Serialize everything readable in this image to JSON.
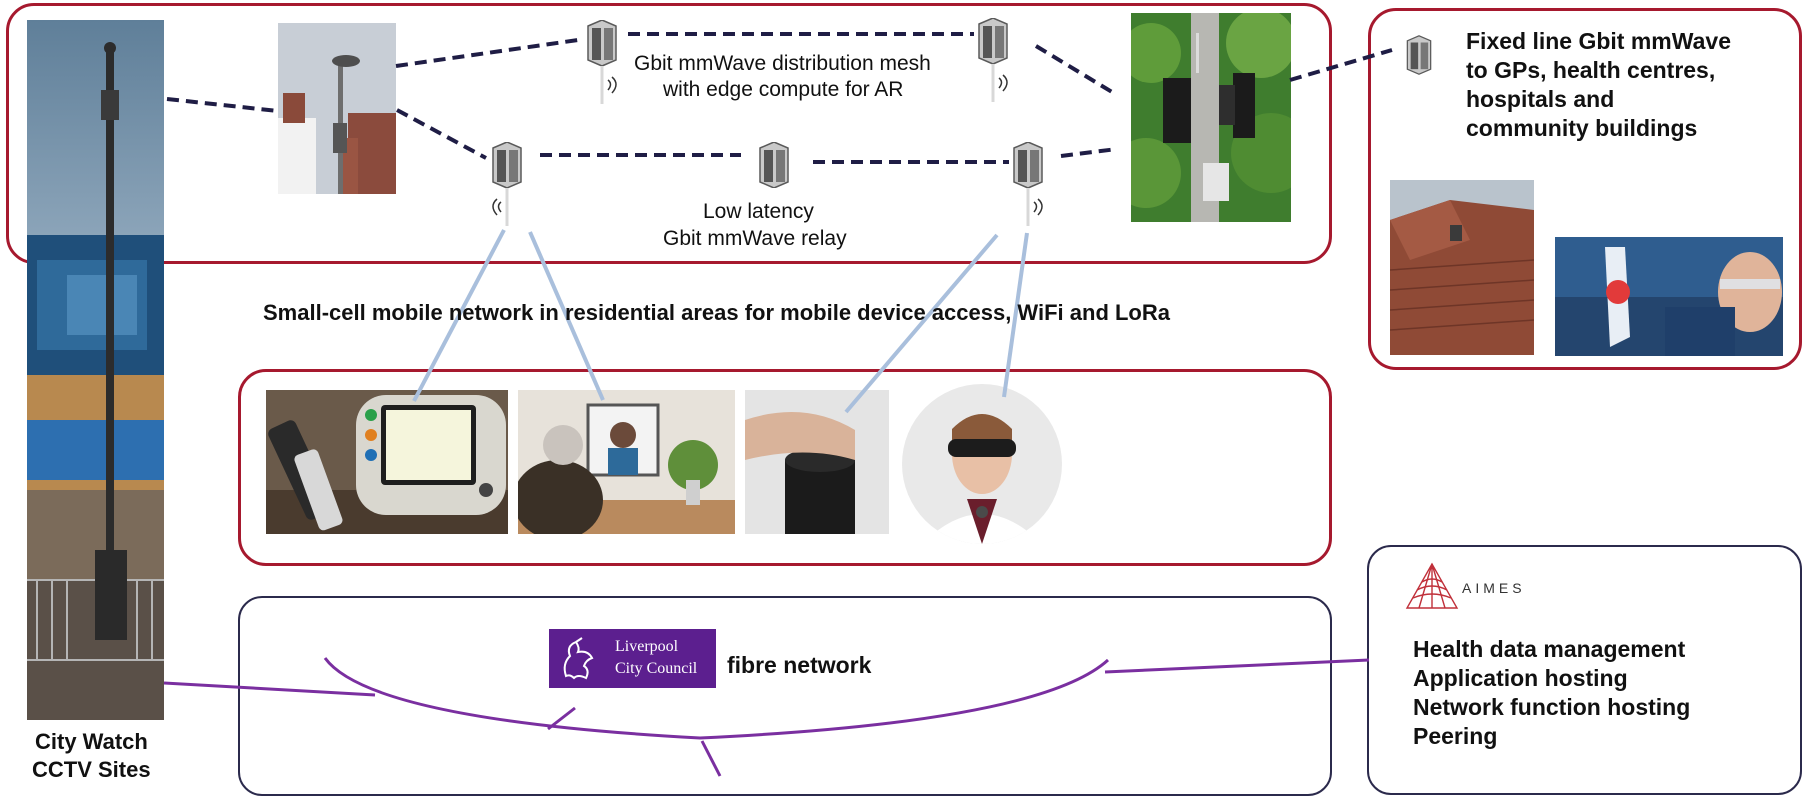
{
  "mesh": {
    "title_line1": "Gbit mmWave distribution mesh",
    "title_line2": "with edge compute for AR",
    "relay_line1": "Low latency",
    "relay_line2": "Gbit mmWave relay"
  },
  "smallcell": {
    "caption": "Small-cell mobile network in residential areas for mobile device access, WiFi and LoRa"
  },
  "fixed": {
    "line1": "Fixed line Gbit mmWave",
    "line2": "to GPs, health centres,",
    "line3": "hospitals and",
    "line4": "community buildings"
  },
  "cctv": {
    "line1": "City Watch",
    "line2": "CCTV Sites"
  },
  "fibre": {
    "council_line1": "Liverpool",
    "council_line2": "City Council",
    "label": "fibre network"
  },
  "aimes": {
    "logo_text": "AIMES",
    "items": [
      "Health data management",
      "Application hosting",
      "Network function hosting",
      "Peering"
    ]
  },
  "colors": {
    "red_border": "#a6192e",
    "navy_border": "#2b2a4c",
    "mesh_dash": "#1f1d45",
    "access_link": "#a9bfdc",
    "fibre": "#7a2fa0",
    "council_purple": "#5c1f8f"
  }
}
